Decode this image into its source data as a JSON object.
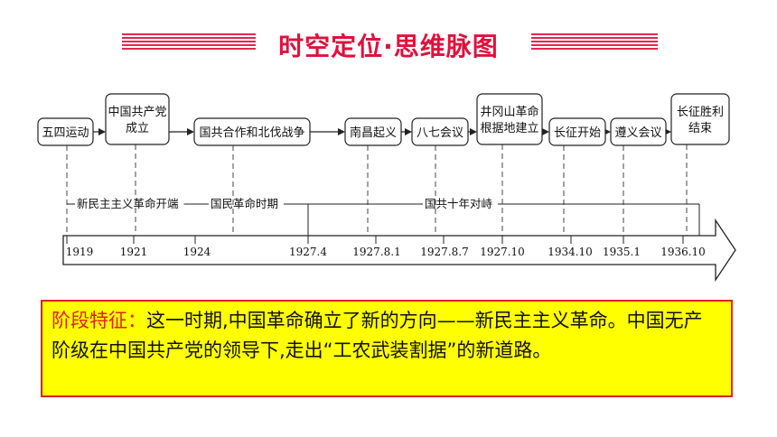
{
  "header": {
    "title": "时空定位·思维脉图",
    "accent_color": "#e0103c"
  },
  "timeline": {
    "events": [
      {
        "lines": [
          "五四运动"
        ]
      },
      {
        "lines": [
          "中国共产党",
          "成立"
        ]
      },
      {
        "lines": [
          "国共合作和北伐战争"
        ]
      },
      {
        "lines": [
          "南昌起义"
        ]
      },
      {
        "lines": [
          "八七会议"
        ]
      },
      {
        "lines": [
          "井冈山革命",
          "根据地建立"
        ]
      },
      {
        "lines": [
          "长征开始"
        ]
      },
      {
        "lines": [
          "遵义会议"
        ]
      },
      {
        "lines": [
          "长征胜利",
          "结束"
        ]
      }
    ],
    "periods": [
      {
        "label": "新民主主义革命开端"
      },
      {
        "label": "国民革命时期"
      },
      {
        "label": "国共十年对峙"
      }
    ],
    "years": [
      "1919",
      "1921",
      "1924",
      "1927.4",
      "1927.8.1",
      "1927.8.7",
      "1927.10",
      "1934.10",
      "1935.1",
      "1936.10"
    ]
  },
  "feature": {
    "label": "阶段特征：",
    "text": "这一时期,中国革命确立了新的方向——新民主主义革命。中国无产阶级在中国共产党的领导下,走出“工农武装割据”的新道路。",
    "border_color": "#e02020",
    "background_color": "#ffff00"
  }
}
